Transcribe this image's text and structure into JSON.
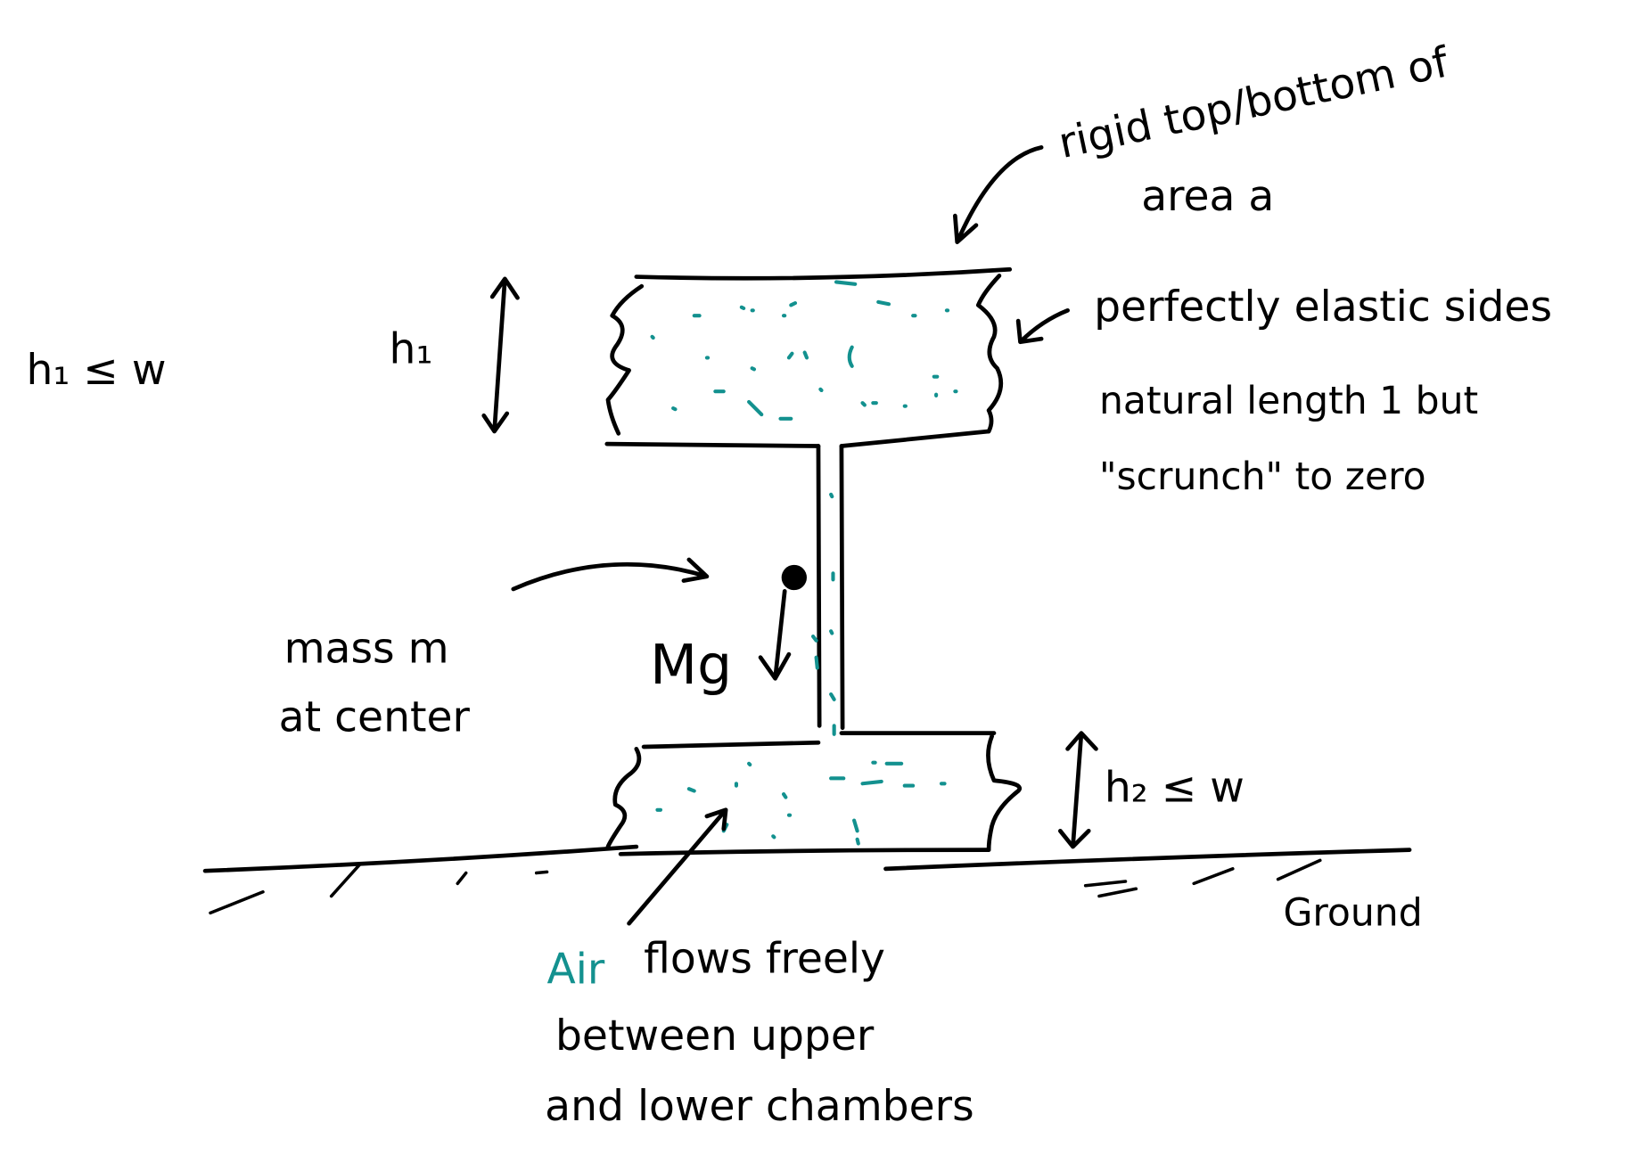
{
  "labels": {
    "h1_constraint": "h₁ ≤ w",
    "h1": "h₁",
    "rigid_line1": "rigid top/bottom of",
    "rigid_line2": "area a",
    "elastic_line1": "perfectly elastic sides",
    "elastic_line2": "natural length 1 but",
    "elastic_line3": "\"scrunch\" to zero",
    "mass_line1": "mass m",
    "mass_line2": "at center",
    "weight": "Mg",
    "h2_constraint": "h₂ ≤ w",
    "ground": "Ground",
    "air_word": "Air",
    "air_line1_rest": "flows freely",
    "air_line2": "between upper",
    "air_line3": "and lower chambers"
  },
  "colors": {
    "ink": "#000000",
    "air": "#13918f"
  }
}
